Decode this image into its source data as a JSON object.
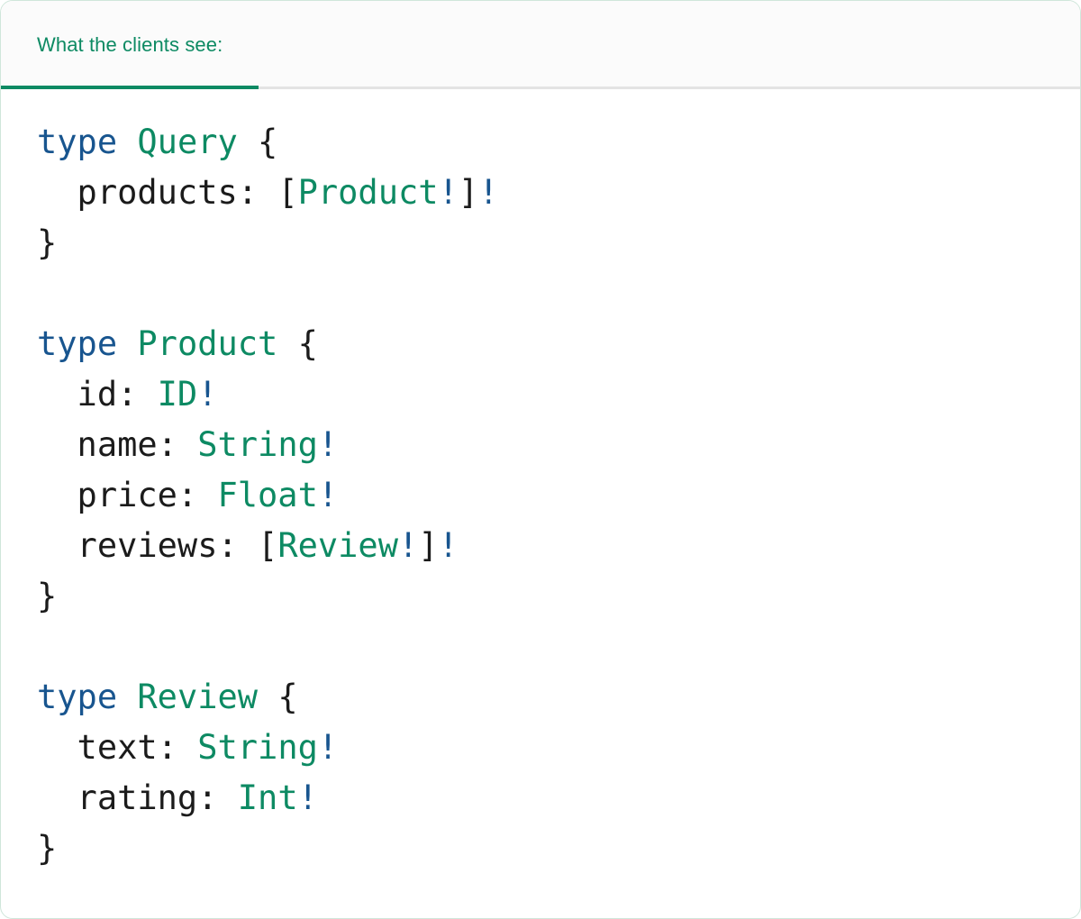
{
  "panel": {
    "accent_green": "#0d8a63",
    "keyword_blue": "#18558f",
    "text_black": "#1b1b1b",
    "header_bg": "#fbfbfb",
    "body_bg": "#ffffff",
    "border": "#cfe6da"
  },
  "tabs": [
    {
      "label": "What the clients see:",
      "active": true
    }
  ],
  "code": {
    "language": "graphql",
    "lines": [
      {
        "tokens": [
          {
            "text": "type",
            "kind": "kw"
          },
          {
            "text": " ",
            "kind": "punc"
          },
          {
            "text": "Query",
            "kind": "type"
          },
          {
            "text": " {",
            "kind": "punc"
          }
        ]
      },
      {
        "tokens": [
          {
            "text": "  products: ",
            "kind": "field"
          },
          {
            "text": "[",
            "kind": "punc"
          },
          {
            "text": "Product",
            "kind": "type"
          },
          {
            "text": "!",
            "kind": "kw"
          },
          {
            "text": "]",
            "kind": "punc"
          },
          {
            "text": "!",
            "kind": "kw"
          }
        ]
      },
      {
        "tokens": [
          {
            "text": "}",
            "kind": "punc"
          }
        ]
      },
      {
        "tokens": []
      },
      {
        "tokens": [
          {
            "text": "type",
            "kind": "kw"
          },
          {
            "text": " ",
            "kind": "punc"
          },
          {
            "text": "Product",
            "kind": "type"
          },
          {
            "text": " {",
            "kind": "punc"
          }
        ]
      },
      {
        "tokens": [
          {
            "text": "  id: ",
            "kind": "field"
          },
          {
            "text": "ID",
            "kind": "type"
          },
          {
            "text": "!",
            "kind": "kw"
          }
        ]
      },
      {
        "tokens": [
          {
            "text": "  name: ",
            "kind": "field"
          },
          {
            "text": "String",
            "kind": "type"
          },
          {
            "text": "!",
            "kind": "kw"
          }
        ]
      },
      {
        "tokens": [
          {
            "text": "  price: ",
            "kind": "field"
          },
          {
            "text": "Float",
            "kind": "type"
          },
          {
            "text": "!",
            "kind": "kw"
          }
        ]
      },
      {
        "tokens": [
          {
            "text": "  reviews: ",
            "kind": "field"
          },
          {
            "text": "[",
            "kind": "punc"
          },
          {
            "text": "Review",
            "kind": "type"
          },
          {
            "text": "!",
            "kind": "kw"
          },
          {
            "text": "]",
            "kind": "punc"
          },
          {
            "text": "!",
            "kind": "kw"
          }
        ]
      },
      {
        "tokens": [
          {
            "text": "}",
            "kind": "punc"
          }
        ]
      },
      {
        "tokens": []
      },
      {
        "tokens": [
          {
            "text": "type",
            "kind": "kw"
          },
          {
            "text": " ",
            "kind": "punc"
          },
          {
            "text": "Review",
            "kind": "type"
          },
          {
            "text": " {",
            "kind": "punc"
          }
        ]
      },
      {
        "tokens": [
          {
            "text": "  text: ",
            "kind": "field"
          },
          {
            "text": "String",
            "kind": "type"
          },
          {
            "text": "!",
            "kind": "kw"
          }
        ]
      },
      {
        "tokens": [
          {
            "text": "  rating: ",
            "kind": "field"
          },
          {
            "text": "Int",
            "kind": "type"
          },
          {
            "text": "!",
            "kind": "kw"
          }
        ]
      },
      {
        "tokens": [
          {
            "text": "}",
            "kind": "punc"
          }
        ]
      }
    ]
  }
}
